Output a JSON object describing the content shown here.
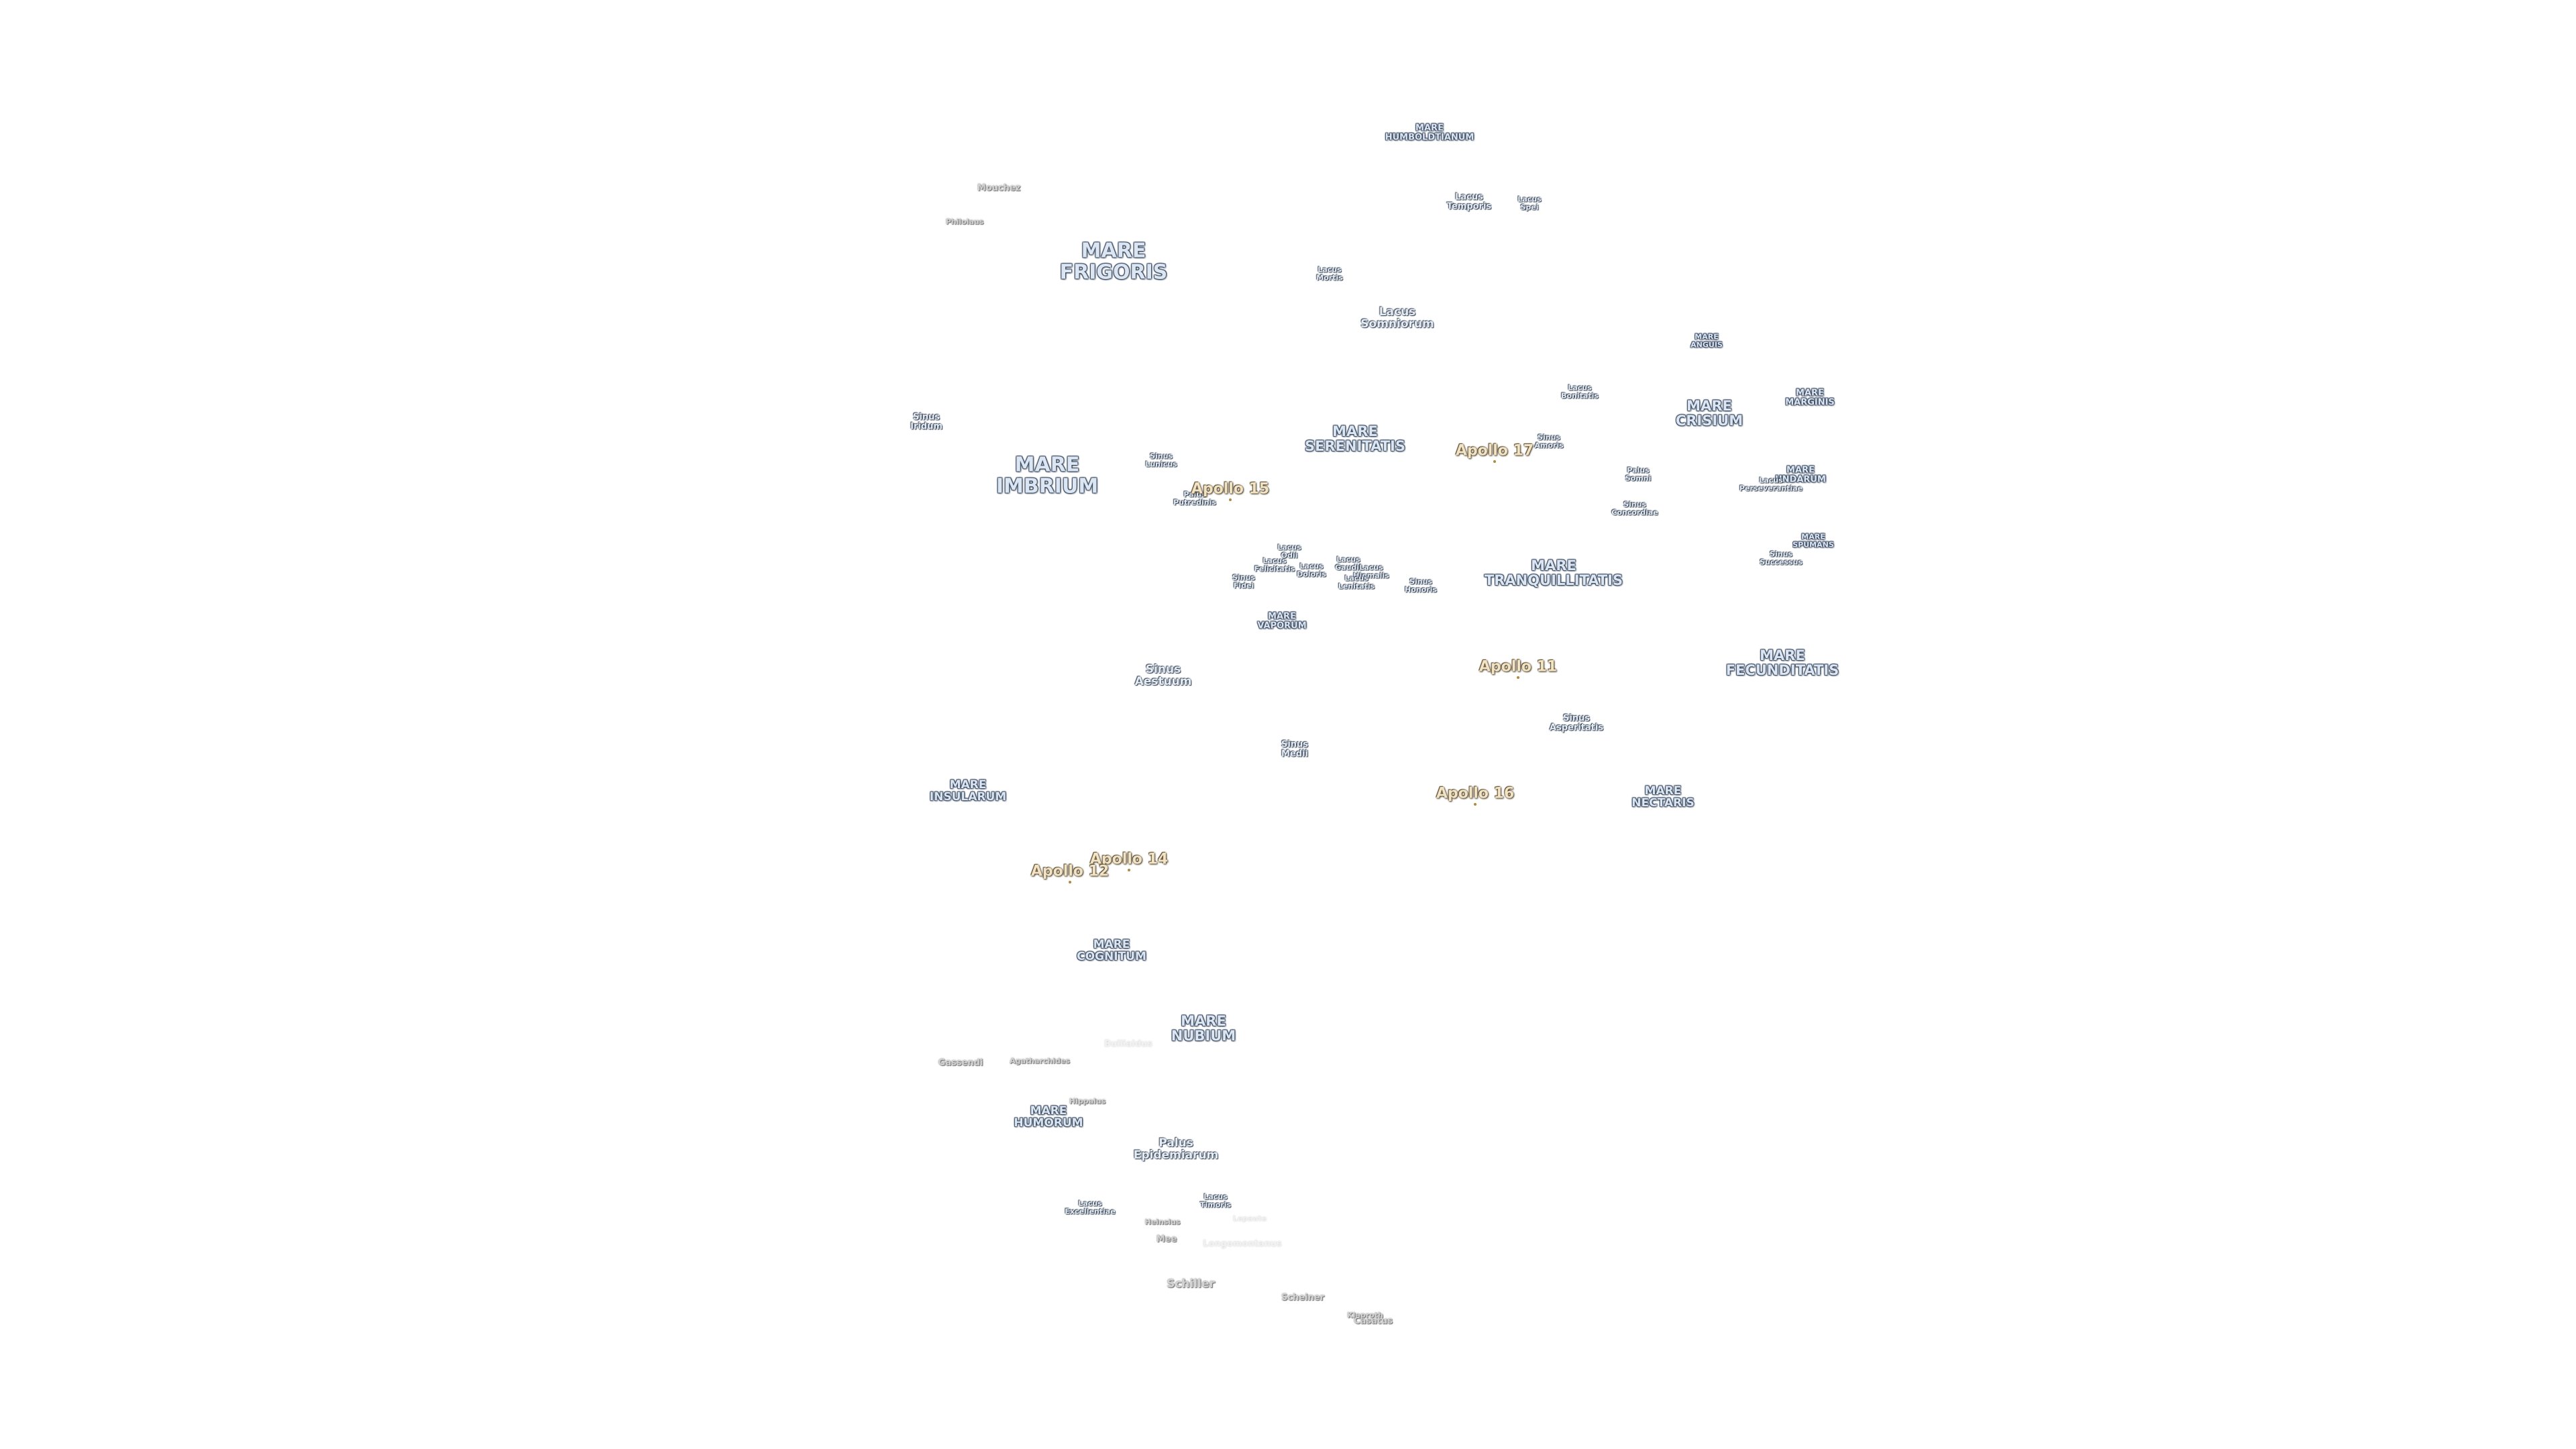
{
  "map": {
    "labels": [
      {
        "id": "mare-humboldtianum",
        "text": "MARE\nHUMBOLDTIANUM",
        "type": "mare",
        "size": "s"
      },
      {
        "id": "lacus-temporis",
        "text": "Lacus\nTemporis",
        "type": "minor",
        "size": "s"
      },
      {
        "id": "lacus-spei",
        "text": "Lacus\nSpei",
        "type": "minor",
        "size": "xs"
      },
      {
        "id": "mouchez",
        "text": "Mouchez",
        "type": "crater",
        "size": "s"
      },
      {
        "id": "philolaus",
        "text": "Philolaus",
        "type": "crater",
        "size": "xs"
      },
      {
        "id": "mare-frigoris",
        "text": "MARE\nFRIGORIS",
        "type": "mare",
        "size": "xl"
      },
      {
        "id": "lacus-mortis",
        "text": "Lacus\nMortis",
        "type": "minor",
        "size": "xs"
      },
      {
        "id": "lacus-somniorum",
        "text": "Lacus\nSomniorum",
        "type": "minor",
        "size": "m"
      },
      {
        "id": "mare-anguis",
        "text": "MARE\nANGUIS",
        "type": "mare",
        "size": "xs"
      },
      {
        "id": "lacus-bonitatis",
        "text": "Lacus\nBonitatis",
        "type": "minor",
        "size": "xs"
      },
      {
        "id": "mare-crisium",
        "text": "MARE\nCRISIUM",
        "type": "mare",
        "size": "l"
      },
      {
        "id": "mare-marginis",
        "text": "MARE\nMARGINIS",
        "type": "mare",
        "size": "s"
      },
      {
        "id": "sinus-iridum",
        "text": "Sinus\nIridum",
        "type": "minor",
        "size": "s"
      },
      {
        "id": "mare-imbrium",
        "text": "MARE\nIMBRIUM",
        "type": "mare",
        "size": "xl"
      },
      {
        "id": "sinus-lunicus",
        "text": "Sinus\nLunicus",
        "type": "minor",
        "size": "xs"
      },
      {
        "id": "mare-serenitatis",
        "text": "MARE\nSERENITATIS",
        "type": "mare",
        "size": "l"
      },
      {
        "id": "sinus-amoris",
        "text": "Sinus\nAmoris",
        "type": "minor",
        "size": "xs"
      },
      {
        "id": "palus-somni",
        "text": "Palus\nSomni",
        "type": "minor",
        "size": "xs"
      },
      {
        "id": "mare-undarum",
        "text": "MARE\nUNDARUM",
        "type": "mare",
        "size": "s"
      },
      {
        "id": "lacus-perseverantiae",
        "text": "Lacus\nPerseverantiae",
        "type": "minor",
        "size": "xs"
      },
      {
        "id": "palus-putredinis",
        "text": "Palus\nPutredinis",
        "type": "minor",
        "size": "xs"
      },
      {
        "id": "sinus-concordiae",
        "text": "Sinus\nConcordiae",
        "type": "minor",
        "size": "xs"
      },
      {
        "id": "mare-spumans",
        "text": "MARE\nSPUMANS",
        "type": "mare",
        "size": "xs"
      },
      {
        "id": "sinus-successus",
        "text": "Sinus\nSuccessus",
        "type": "minor",
        "size": "xs"
      },
      {
        "id": "lacus-odii",
        "text": "Lacus\nOdii",
        "type": "minor",
        "size": "xs"
      },
      {
        "id": "lacus-felicitatis",
        "text": "Lacus\nFelicitatis",
        "type": "minor",
        "size": "xs"
      },
      {
        "id": "lacus-doloris",
        "text": "Lacus\nDoloris",
        "type": "minor",
        "size": "xs"
      },
      {
        "id": "sinus-fidei",
        "text": "Sinus\nFidei",
        "type": "minor",
        "size": "xs"
      },
      {
        "id": "lacus-gaudii",
        "text": "Lacus\nGaudii",
        "type": "minor",
        "size": "xs"
      },
      {
        "id": "lacus-hiemalis",
        "text": "Lacus\nHiemalis",
        "type": "minor",
        "size": "xs"
      },
      {
        "id": "lacus-lenitatis",
        "text": "Lacus\nLenitatis",
        "type": "minor",
        "size": "xs"
      },
      {
        "id": "sinus-honoris",
        "text": "Sinus\nHonoris",
        "type": "minor",
        "size": "xs"
      },
      {
        "id": "mare-tranquillitatis",
        "text": "MARE\nTRANQUILLITATIS",
        "type": "mare",
        "size": "l"
      },
      {
        "id": "mare-vaporum",
        "text": "MARE\nVAPORUM",
        "type": "mare",
        "size": "s"
      },
      {
        "id": "mare-fecunditatis",
        "text": "MARE\nFECUNDITATIS",
        "type": "mare",
        "size": "l"
      },
      {
        "id": "sinus-aestuum",
        "text": "Sinus\nAestuum",
        "type": "minor",
        "size": "m"
      },
      {
        "id": "sinus-asperitatis",
        "text": "Sinus\nAsperitatis",
        "type": "minor",
        "size": "s"
      },
      {
        "id": "sinus-medii",
        "text": "Sinus\nMedii",
        "type": "minor",
        "size": "s"
      },
      {
        "id": "mare-insularum",
        "text": "MARE\nINSULARUM",
        "type": "mare",
        "size": "m"
      },
      {
        "id": "mare-nectaris",
        "text": "MARE\nNECTARIS",
        "type": "mare",
        "size": "m"
      },
      {
        "id": "mare-cognitum",
        "text": "MARE\nCOGNITUM",
        "type": "mare",
        "size": "m"
      },
      {
        "id": "mare-nubium",
        "text": "MARE\nNUBIUM",
        "type": "mare",
        "size": "l"
      },
      {
        "id": "gassendi",
        "text": "Gassendi",
        "type": "crater",
        "size": "s"
      },
      {
        "id": "agatharchides",
        "text": "Agatharchides",
        "type": "crater",
        "size": "xs"
      },
      {
        "id": "bullialdus",
        "text": "Bullialdus",
        "type": "faint",
        "size": "s"
      },
      {
        "id": "hippalus",
        "text": "Hippalus",
        "type": "crater",
        "size": "xs"
      },
      {
        "id": "mare-humorum",
        "text": "MARE\nHUMORUM",
        "type": "mare",
        "size": "m"
      },
      {
        "id": "palus-epidemiarum",
        "text": "Palus\nEpidemiarum",
        "type": "minor",
        "size": "m"
      },
      {
        "id": "lacus-timoris",
        "text": "Lacus\nTimoris",
        "type": "minor",
        "size": "xs"
      },
      {
        "id": "lacus-excellentiae",
        "text": "Lacus\nExcellentiae",
        "type": "minor",
        "size": "xs"
      },
      {
        "id": "heinsius",
        "text": "Heinsius",
        "type": "crater",
        "size": "xs"
      },
      {
        "id": "lepaute",
        "text": "Lepaute",
        "type": "faint",
        "size": "xs"
      },
      {
        "id": "mee",
        "text": "Mee",
        "type": "crater",
        "size": "s"
      },
      {
        "id": "longomontanus",
        "text": "Longomontanus",
        "type": "faint",
        "size": "s"
      },
      {
        "id": "schiller",
        "text": "Schiller",
        "type": "crater",
        "size": "m"
      },
      {
        "id": "scheiner",
        "text": "Scheiner",
        "type": "crater",
        "size": "s"
      },
      {
        "id": "klaproth",
        "text": "Klaproth",
        "type": "crater",
        "size": "xs"
      },
      {
        "id": "casatus",
        "text": "Casatus",
        "type": "crater",
        "size": "s"
      }
    ],
    "apollo_sites": [
      {
        "id": "apollo-17",
        "text": "Apollo 17"
      },
      {
        "id": "apollo-15",
        "text": "Apollo 15"
      },
      {
        "id": "apollo-11",
        "text": "Apollo 11"
      },
      {
        "id": "apollo-16",
        "text": "Apollo 16"
      },
      {
        "id": "apollo-14",
        "text": "Apollo 14"
      },
      {
        "id": "apollo-12",
        "text": "Apollo 12"
      }
    ]
  }
}
